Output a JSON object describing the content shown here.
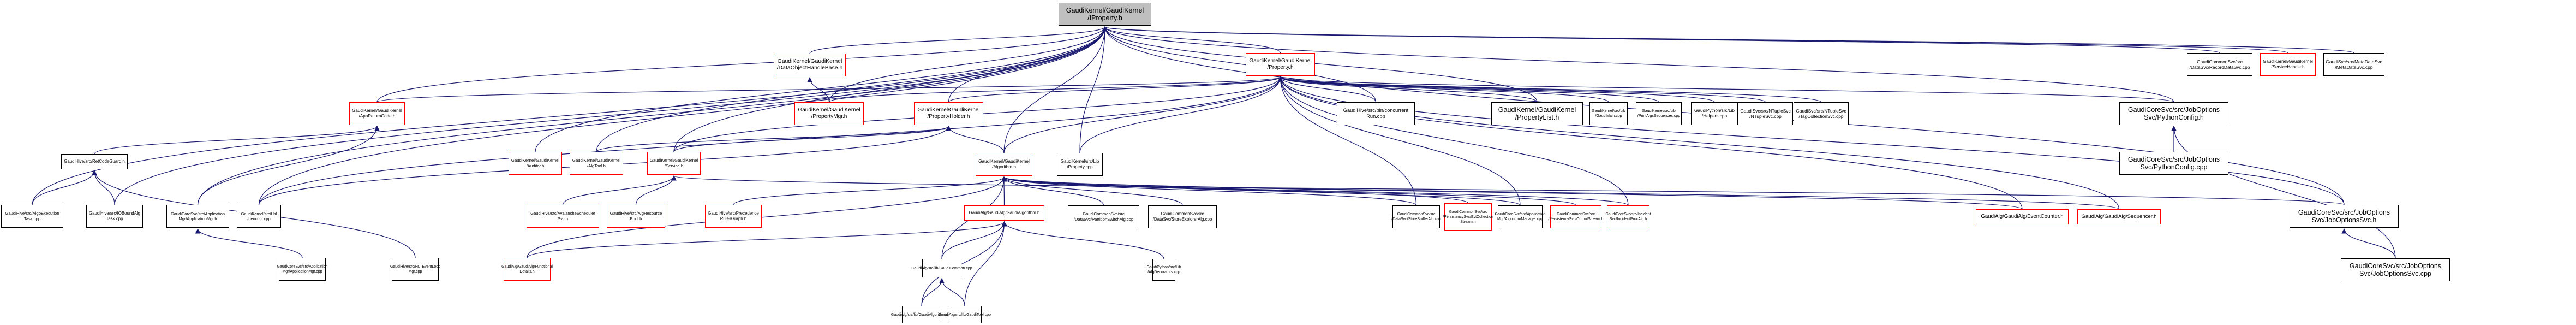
{
  "graph": {
    "type": "include-dependency-graph",
    "edge_color": "#191970",
    "root": "n0",
    "nodes": [
      {
        "id": "n0",
        "label": "GaudiKernel/GaudiKernel\n/IProperty.h",
        "style": "root"
      },
      {
        "id": "n1",
        "label": "GaudiKernel/GaudiKernel\n/DataObjectHandleBase.h",
        "style": "red"
      },
      {
        "id": "n2",
        "label": "GaudiKernel/GaudiKernel\n/Property.h",
        "style": "red"
      },
      {
        "id": "n3",
        "label": "GaudiCommonSvc/src\n/DataSvc/RecordDataSvc.cpp",
        "style": "normal"
      },
      {
        "id": "n4",
        "label": "GaudiKernel/GaudiKernel\n/ServiceHandle.h",
        "style": "red"
      },
      {
        "id": "n5",
        "label": "GaudiSvc/src/MetaDataSvc\n/MetaDataSvc.cpp",
        "style": "normal"
      },
      {
        "id": "n6",
        "label": "GaudiKernel/GaudiKernel\n/AppReturnCode.h",
        "style": "red"
      },
      {
        "id": "n7",
        "label": "GaudiKernel/GaudiKernel\n/PropertyMgr.h",
        "style": "red"
      },
      {
        "id": "n8",
        "label": "GaudiKernel/GaudiKernel\n/PropertyHolder.h",
        "style": "red"
      },
      {
        "id": "n9",
        "label": "GaudiHive/src/bin/concurrent\nRun.cpp",
        "style": "normal"
      },
      {
        "id": "n10",
        "label": "GaudiKernel/GaudiKernel\n/PropertyList.h",
        "style": "normal"
      },
      {
        "id": "n11",
        "label": "GaudiKernel/src/Lib\n/GaudiMain.cpp",
        "style": "normal"
      },
      {
        "id": "n12",
        "label": "GaudiKernel/src/Lib\n/PrintAlgsSequences.cpp",
        "style": "normal"
      },
      {
        "id": "n13",
        "label": "GaudiPython/src/Lib\n/Helpers.cpp",
        "style": "normal"
      },
      {
        "id": "n14",
        "label": "GaudiSvc/src/NTupleSvc\n/NTupleSvc.cpp",
        "style": "normal"
      },
      {
        "id": "n15",
        "label": "GaudiSvc/src/NTupleSvc\n/TagCollectionSvc.cpp",
        "style": "normal"
      },
      {
        "id": "n16",
        "label": "GaudiCoreSvc/src/JobOptions\nSvc/PythonConfig.h",
        "style": "normal"
      },
      {
        "id": "n17",
        "label": "GaudiHive/src/RetCodeGuard.h",
        "style": "normal"
      },
      {
        "id": "n18",
        "label": "GaudiKernel/GaudiKernel\n/Auditor.h",
        "style": "red"
      },
      {
        "id": "n19",
        "label": "GaudiKernel/GaudiKernel\n/AlgTool.h",
        "style": "red"
      },
      {
        "id": "n20",
        "label": "GaudiKernel/GaudiKernel\n/Service.h",
        "style": "red"
      },
      {
        "id": "n21",
        "label": "GaudiKernel/GaudiKernel\n/Algorithm.h",
        "style": "red"
      },
      {
        "id": "n22",
        "label": "GaudiKernel/src/Lib\n/Property.cpp",
        "style": "normal"
      },
      {
        "id": "n23",
        "label": "GaudiCoreSvc/src/JobOptions\nSvc/PythonConfig.cpp",
        "style": "normal"
      },
      {
        "id": "n24",
        "label": "GaudiHive/src/AlgoExecution\nTask.cpp",
        "style": "normal"
      },
      {
        "id": "n25",
        "label": "GaudiHive/src/IOBoundAlg\nTask.cpp",
        "style": "normal"
      },
      {
        "id": "n26",
        "label": "GaudiCoreSvc/src/Application\nMgr/ApplicationMgr.h",
        "style": "normal"
      },
      {
        "id": "n27",
        "label": "GaudiKernel/src/Util\n/genconf.cpp",
        "style": "normal"
      },
      {
        "id": "n28",
        "label": "GaudiHive/src/AvalancheScheduler\nSvc.h",
        "style": "red"
      },
      {
        "id": "n29",
        "label": "GaudiHive/src/AlgResource\nPool.h",
        "style": "red"
      },
      {
        "id": "n30",
        "label": "GaudiHive/src/Precedence\nRulesGraph.h",
        "style": "red"
      },
      {
        "id": "n31",
        "label": "GaudiAlg/GaudiAlg/GaudiAlgorithm.h",
        "style": "red"
      },
      {
        "id": "n32",
        "label": "GaudiCommonSvc/src\n/DataSvc/PartitionSwitchAlg.cpp",
        "style": "normal"
      },
      {
        "id": "n33",
        "label": "GaudiCommonSvc/src\n/DataSvc/StoreExplorerAlg.cpp",
        "style": "normal"
      },
      {
        "id": "n34",
        "label": "GaudiCommonSvc/src\n/DataSvc/StoreSnifferAlg.cpp",
        "style": "normal"
      },
      {
        "id": "n35",
        "label": "GaudiCommonSvc/src\n/PersistencySvc/EvtCollection\nStream.h",
        "style": "red"
      },
      {
        "id": "n36",
        "label": "GaudiCoreSvc/src/Application\nMgr/AlgorithmManager.cpp",
        "style": "normal"
      },
      {
        "id": "n37",
        "label": "GaudiCommonSvc/src\n/PersistencySvc/OutputStream.h",
        "style": "red"
      },
      {
        "id": "n38",
        "label": "GaudiCoreSvc/src/Incident\nSvc/IncidentProcAlg.h",
        "style": "red"
      },
      {
        "id": "n39",
        "label": "GaudiAlg/GaudiAlg/EventCounter.h",
        "style": "red"
      },
      {
        "id": "n40",
        "label": "GaudiAlg/GaudiAlg/Sequencer.h",
        "style": "red"
      },
      {
        "id": "n41",
        "label": "GaudiCoreSvc/src/JobOptions\nSvc/JobOptionsSvc.h",
        "style": "normal"
      },
      {
        "id": "n42",
        "label": "GaudiCoreSvc/src/Application\nMgr/ApplicationMgr.cpp",
        "style": "normal"
      },
      {
        "id": "n43",
        "label": "GaudiHive/src/HLTEventLoop\nMgr.cpp",
        "style": "normal"
      },
      {
        "id": "n44",
        "label": "GaudiAlg/GaudiAlg/Functional\nDetails.h",
        "style": "red"
      },
      {
        "id": "n45",
        "label": "GaudiAlg/src/lib/GaudiCommon.cpp",
        "style": "normal"
      },
      {
        "id": "n46",
        "label": "GaudiPython/src/Lib\n/AlgDecorators.cpp",
        "style": "normal"
      },
      {
        "id": "n47",
        "label": "GaudiCoreSvc/src/JobOptions\nSvc/JobOptionsSvc.cpp",
        "style": "normal"
      },
      {
        "id": "n48",
        "label": "GaudiAlg/src/lib/GaudiAlgorithm.cpp",
        "style": "normal"
      },
      {
        "id": "n49",
        "label": "GaudiAlg/src/lib/GaudiTool.cpp",
        "style": "normal"
      }
    ],
    "edges": [
      [
        "n1",
        "n0"
      ],
      [
        "n2",
        "n0"
      ],
      [
        "n3",
        "n0"
      ],
      [
        "n4",
        "n0"
      ],
      [
        "n5",
        "n0"
      ],
      [
        "n6",
        "n0"
      ],
      [
        "n7",
        "n0"
      ],
      [
        "n8",
        "n0"
      ],
      [
        "n16",
        "n0"
      ],
      [
        "n18",
        "n0"
      ],
      [
        "n19",
        "n0"
      ],
      [
        "n20",
        "n0"
      ],
      [
        "n21",
        "n0"
      ],
      [
        "n22",
        "n0"
      ],
      [
        "n24",
        "n0"
      ],
      [
        "n25",
        "n0"
      ],
      [
        "n26",
        "n0"
      ],
      [
        "n27",
        "n0"
      ],
      [
        "n9",
        "n0"
      ],
      [
        "n10",
        "n0"
      ],
      [
        "n41",
        "n0"
      ],
      [
        "n7",
        "n1"
      ],
      [
        "n6",
        "n2"
      ],
      [
        "n7",
        "n2"
      ],
      [
        "n8",
        "n2"
      ],
      [
        "n9",
        "n2"
      ],
      [
        "n10",
        "n2"
      ],
      [
        "n11",
        "n2"
      ],
      [
        "n12",
        "n2"
      ],
      [
        "n13",
        "n2"
      ],
      [
        "n14",
        "n2"
      ],
      [
        "n15",
        "n2"
      ],
      [
        "n16",
        "n2"
      ],
      [
        "n20",
        "n2"
      ],
      [
        "n21",
        "n2"
      ],
      [
        "n22",
        "n2"
      ],
      [
        "n27",
        "n2"
      ],
      [
        "n41",
        "n2"
      ],
      [
        "n34",
        "n2"
      ],
      [
        "n36",
        "n2"
      ],
      [
        "n38",
        "n2"
      ],
      [
        "n39",
        "n2"
      ],
      [
        "n40",
        "n2"
      ],
      [
        "n17",
        "n6"
      ],
      [
        "n26",
        "n6"
      ],
      [
        "n19",
        "n8"
      ],
      [
        "n20",
        "n8"
      ],
      [
        "n21",
        "n8"
      ],
      [
        "n27",
        "n8"
      ],
      [
        "n24",
        "n17"
      ],
      [
        "n25",
        "n17"
      ],
      [
        "n43",
        "n17"
      ],
      [
        "n28",
        "n20"
      ],
      [
        "n29",
        "n20"
      ],
      [
        "n41",
        "n20"
      ],
      [
        "n31",
        "n21"
      ],
      [
        "n32",
        "n21"
      ],
      [
        "n33",
        "n21"
      ],
      [
        "n34",
        "n21"
      ],
      [
        "n35",
        "n21"
      ],
      [
        "n36",
        "n21"
      ],
      [
        "n37",
        "n21"
      ],
      [
        "n38",
        "n21"
      ],
      [
        "n39",
        "n21"
      ],
      [
        "n40",
        "n21"
      ],
      [
        "n30",
        "n21"
      ],
      [
        "n44",
        "n21"
      ],
      [
        "n45",
        "n21"
      ],
      [
        "n23",
        "n16"
      ],
      [
        "n47",
        "n16"
      ],
      [
        "n42",
        "n26"
      ],
      [
        "n44",
        "n31"
      ],
      [
        "n45",
        "n31"
      ],
      [
        "n46",
        "n31"
      ],
      [
        "n48",
        "n31"
      ],
      [
        "n49",
        "n31"
      ],
      [
        "n48",
        "n45"
      ],
      [
        "n49",
        "n45"
      ],
      [
        "n47",
        "n41"
      ]
    ]
  }
}
